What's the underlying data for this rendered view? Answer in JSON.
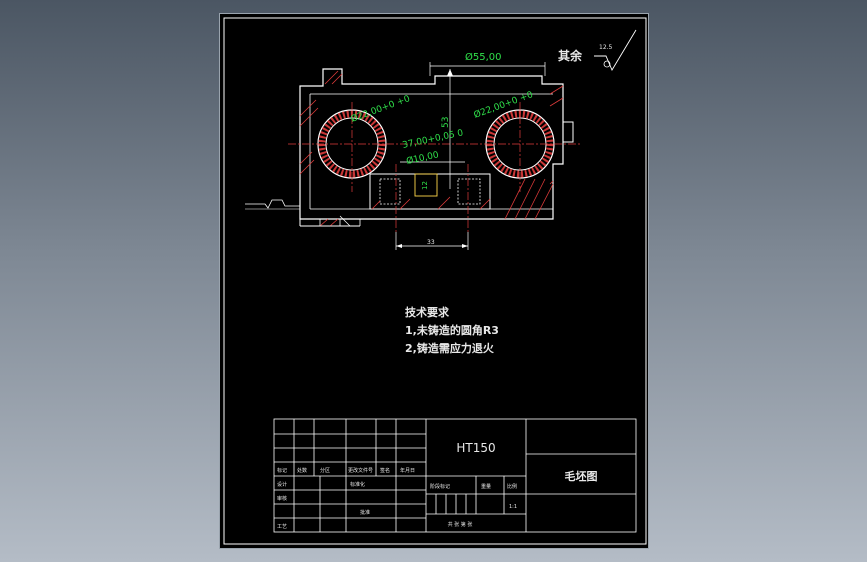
{
  "colors": {
    "background": "#000000",
    "lines": "#ffffff",
    "section_hatch": "#e03c3c",
    "center_lines": "#e03c3c",
    "dimensions": "#2fe04a",
    "notes": "#ffffff"
  },
  "drawing": {
    "roughness_other": "其余",
    "roughness_value": "12.5",
    "dims": {
      "top_diameter": "Ø55,00",
      "left_bore": "Ø22,00+0 +0",
      "right_bore": "Ø22,00+0 +0",
      "center_distance": "37,00+0,05 0",
      "small_hole": "Ø10,00",
      "vertical_height": "53",
      "slot_depth": "12",
      "bottom_width": "33"
    }
  },
  "tech_requirements": {
    "title": "技术要求",
    "items": [
      "1,未铸造的圆角R3",
      "2,铸造需应力退火"
    ]
  },
  "title_block": {
    "material": "HT150",
    "drawing_name": "毛坯图",
    "row_labels": [
      "标记",
      "处数",
      "分区",
      "更改文件号",
      "签名",
      "年月日"
    ],
    "left_labels": [
      "设计",
      "审核",
      "工艺"
    ],
    "mid_labels": [
      "标准化",
      "批准"
    ],
    "stage_labels": [
      "阶段标记",
      "重量",
      "比例"
    ],
    "scale_value": "1:1",
    "sheet_info": "共 张 第 张"
  }
}
